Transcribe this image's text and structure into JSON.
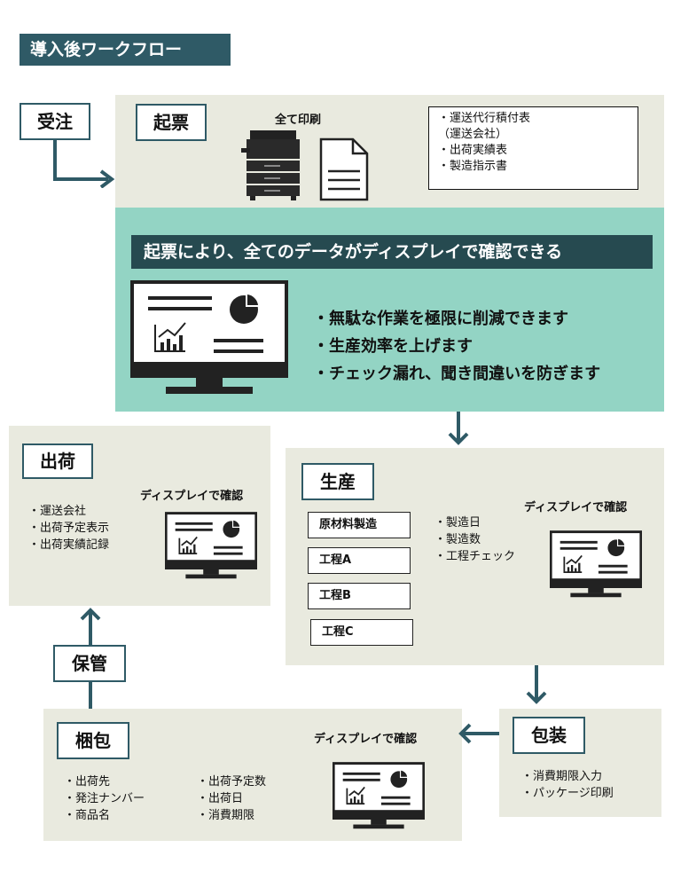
{
  "header": {
    "title": "導入後ワークフロー"
  },
  "order": {
    "label": "受注"
  },
  "issue": {
    "label": "起票",
    "print_label": "全て印刷",
    "docs": [
      "・運送代行積付表",
      "（運送会社）",
      "・出荷実績表",
      "・製造指示書"
    ]
  },
  "highlight": {
    "banner": "起票により、全てのデータがディスプレイで確認できる",
    "benefits": [
      "・無駄な作業を極限に削減できます",
      "・生産効率を上げます",
      "・チェック漏れ、聞き間違いを防ぎます"
    ]
  },
  "shipping": {
    "label": "出荷",
    "confirm": "ディスプレイで確認",
    "items": [
      "・運送会社",
      "・出荷予定表示",
      "・出荷実績記録"
    ]
  },
  "production": {
    "label": "生産",
    "confirm": "ディスプレイで確認",
    "processes": [
      "原材料製造",
      "工程A",
      "工程B",
      "工程C"
    ],
    "items": [
      "・製造日",
      "・製造数",
      "・工程チェック"
    ]
  },
  "storage": {
    "label": "保管"
  },
  "packing": {
    "label": "梱包",
    "confirm": "ディスプレイで確認",
    "items_left": [
      "・出荷先",
      "・発注ナンバー",
      "・商品名"
    ],
    "items_right": [
      "・出荷予定数",
      "・出荷日",
      "・消費期限"
    ]
  },
  "wrapping": {
    "label": "包装",
    "items": [
      "・消費期限入力",
      "・パッケージ印刷"
    ]
  },
  "colors": {
    "dark_teal": "#2f5a66",
    "mint": "#93d4c4",
    "beige": "#e9eadf",
    "arrow": "#2f5a66"
  }
}
